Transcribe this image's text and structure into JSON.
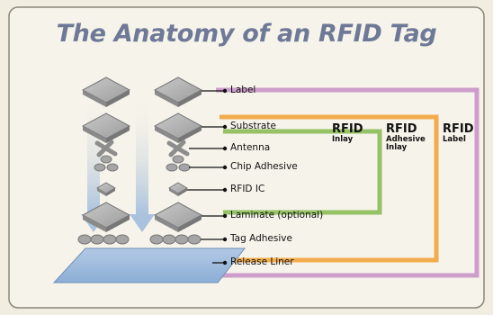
{
  "title": "The Anatomy of an RFID Tag",
  "layers": [
    "Label",
    "Substrate",
    "Antenna",
    "Chip Adhesive",
    "RFID IC",
    "Laminate (optional)",
    "Tag Adhesive",
    "Release Liner"
  ],
  "groups": [
    {
      "title": "RFID",
      "subtitle": "Inlay",
      "color": "#8bbd55"
    },
    {
      "title": "RFID",
      "subtitle": "Adhesive Inlay",
      "color": "#f2a43c"
    },
    {
      "title": "RFID",
      "subtitle": "Label",
      "color": "#c58ec6"
    }
  ],
  "colors": {
    "background": "#f1ede0",
    "panel": "#f6f3ea",
    "title": "#6e7997",
    "component_gray": "#a9a9a9",
    "liner": "#9ab6d8",
    "arrow": "#a9c2de"
  }
}
